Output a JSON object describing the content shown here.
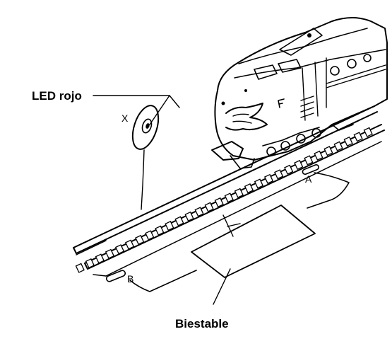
{
  "labels": {
    "led": "LED rojo",
    "x": "X",
    "a": "A",
    "b": "B",
    "bistable": "Biestable"
  },
  "colors": {
    "ink": "#000000",
    "background": "#ffffff"
  }
}
